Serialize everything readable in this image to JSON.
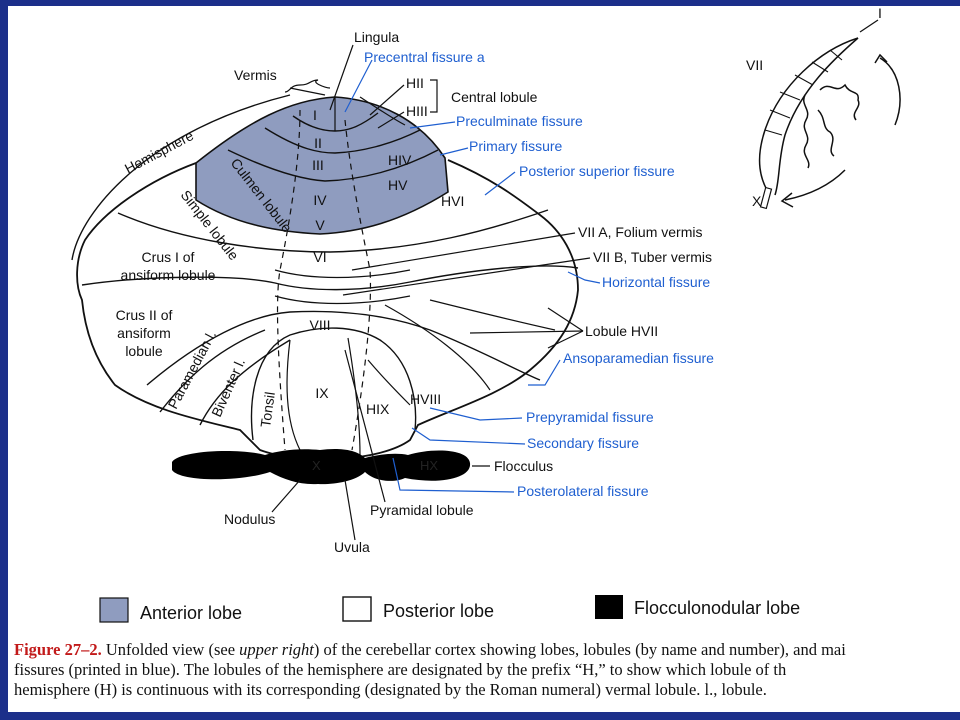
{
  "colors": {
    "anterior": "#8f9cbf",
    "flocculonodular": "#000000",
    "fissure_text": "#1f5fd0",
    "caption_label": "#c21a1a",
    "frame": "#1c2f8a"
  },
  "labels": {
    "lingula": "Lingula",
    "precentral_fissure": "Precentral fissure a",
    "vermis": "Vermis",
    "hemisphere": "Hemisphere",
    "hii": "HII",
    "hiii": "HIII",
    "central_lobule": "Central lobule",
    "preculminate_fissure": "Preculminate fissure",
    "primary_fissure": "Primary fissure",
    "posterior_superior_fissure": "Posterior superior fissure",
    "culmen_lobule": "Culmen lobule",
    "simple_lobule": "Simple lobule",
    "crus1_line1": "Crus I of",
    "crus1_line2": "ansiform lobule",
    "crus2_line1": "Crus II of",
    "crus2_line2": "ansiform",
    "crus2_line3": "lobule",
    "paramedian": "Paramedian l.",
    "biventer": "Biventer l.",
    "tonsil": "Tonsil",
    "v_i": "I",
    "v_ii": "II",
    "v_iii": "III",
    "v_iv": "IV",
    "v_v": "V",
    "v_vi": "VI",
    "v_viii": "VIII",
    "v_ix": "IX",
    "hiv": "HIV",
    "hv": "HV",
    "hvi": "HVI",
    "hix": "HIX",
    "hviii": "HVIII",
    "hx": "HX",
    "x": "X",
    "viia": "VII A, Folium vermis",
    "viib": "VII B, Tuber vermis",
    "horizontal_fissure": "Horizontal fissure",
    "lobule_hvii": "Lobule HVII",
    "ansoparamedian_fissure": "Ansoparamedian fissure",
    "prepyramidal_fissure": "Prepyramidal fissure",
    "secondary_fissure": "Secondary fissure",
    "flocculus": "Flocculus",
    "posterolateral_fissure": "Posterolateral fissure",
    "nodulus": "Nodulus",
    "pyramidal_lobule": "Pyramidal lobule",
    "uvula": "Uvula",
    "inset_vii": "VII",
    "inset_i": "I",
    "inset_x": "X"
  },
  "legend": {
    "anterior": "Anterior lobe",
    "posterior": "Posterior lobe",
    "flocculonodular": "Flocculonodular lobe"
  },
  "caption": {
    "figure": "Figure 27–2.",
    "l1a": " Unfolded view (see ",
    "l1b": "upper right",
    "l1c": ") of the cerebellar cortex showing lobes, lobules (by name and number), and mai",
    "l2": "fissures (printed in blue). The lobules of the hemisphere are designated by the prefix “H,” to show which lobule of th",
    "l3": "hemisphere (H) is continuous with its corresponding (designated by the Roman numeral) vermal lobule. l., lobule."
  }
}
